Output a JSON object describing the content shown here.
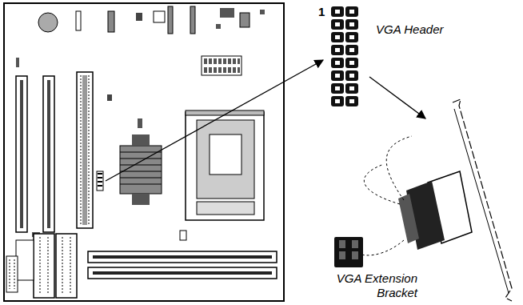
{
  "diagram": {
    "labels": [
      "1",
      "VGA Header",
      "VGA Extension Bracket"
    ]
  }
}
